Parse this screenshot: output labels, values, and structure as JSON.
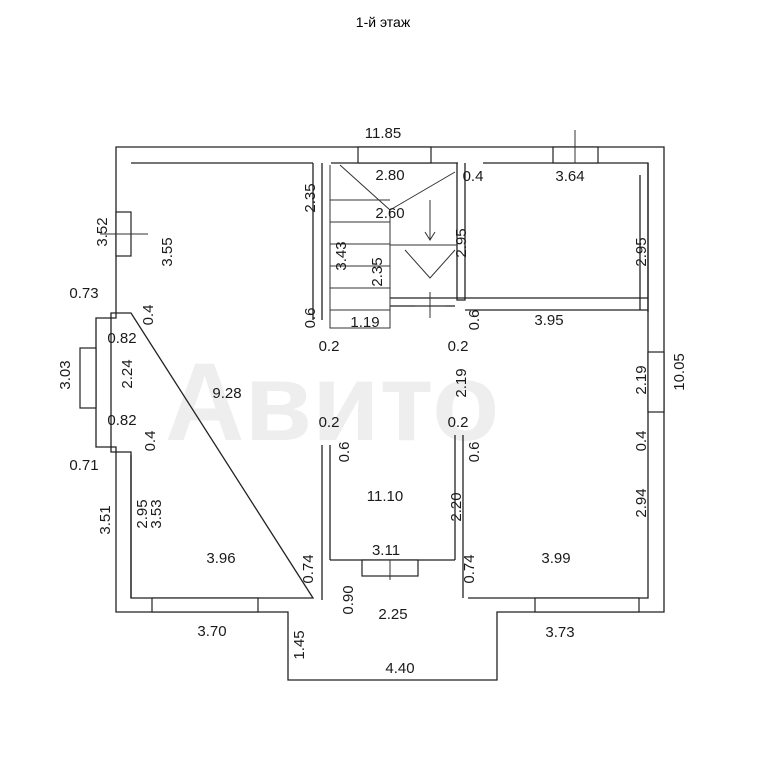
{
  "title": "1-й этаж",
  "dims": {
    "top_width": "11.85",
    "stair_width": "2.80",
    "stair_gap": "0.4",
    "room_ne_width": "3.64",
    "stair_wall_h": "2.35",
    "stair_landing": "2.60",
    "left_window_h": "3.52",
    "room_nw_h": "3.55",
    "stair_len": "3.43",
    "stair_len2": "2.35",
    "stair_side": "2.95",
    "room_ne_h": "2.95",
    "bay_offset_top": "0.73",
    "nw_wall_seg": "0.4",
    "bay_depth_top": "0.82",
    "pier_left": "0.6",
    "stair_bottom": "1.19",
    "pier_right": "0.6",
    "room_e_width": "3.95",
    "door_left_top": "0.2",
    "door_right_top": "0.2",
    "bay_height": "3.03",
    "bay_inner": "2.24",
    "hall_right_h": "2.19",
    "east_window": "2.19",
    "east_total": "10.05",
    "bay_depth_bottom": "0.82",
    "door_left_mid": "0.2",
    "door_right_mid": "0.2",
    "sw_wall_seg": "0.4",
    "east_wall_seg": "0.4",
    "bay_offset_bottom": "0.71",
    "pier_left_mid": "0.6",
    "pier_right_mid": "0.6",
    "room_sw_outer_h": "3.51",
    "room_sw_h1": "2.95",
    "room_sw_h2": "3.53",
    "hall_lower_h": "2.20",
    "room_se_h": "2.94",
    "sw_bottom_seg": "0.74",
    "se_bottom_seg": "0.74",
    "entry_door": "3.11",
    "entry_side": "0.90",
    "porch_inner": "2.25",
    "south_left": "3.70",
    "south_right": "3.73",
    "porch_depth": "1.45",
    "porch_width": "4.40"
  },
  "areas": {
    "living": "9.28",
    "hall": "11.10",
    "room_sw": "3.96",
    "room_se": "3.99"
  }
}
